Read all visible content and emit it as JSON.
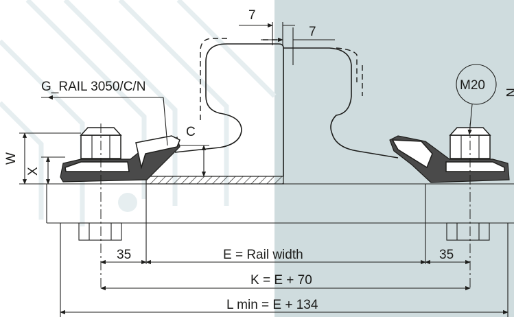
{
  "diagram": {
    "labels": {
      "dim_7_top": "7",
      "dim_7_right": "7",
      "part_ref": "G_RAIL 3050/C/N",
      "bolt": "M20",
      "dim_c": "C",
      "dim_w": "W",
      "dim_x": "X",
      "dim_35_left": "35",
      "dim_35_right": "35",
      "dim_e": "E = Rail width",
      "dim_k": "K = E + 70",
      "dim_l": "L min = E + 134",
      "cut_char": "N"
    },
    "colors": {
      "line": "#1d1d1b",
      "shade_panel": "#cfdcde",
      "clip_dark": "#4a4a4a",
      "paper": "#ffffff"
    }
  }
}
